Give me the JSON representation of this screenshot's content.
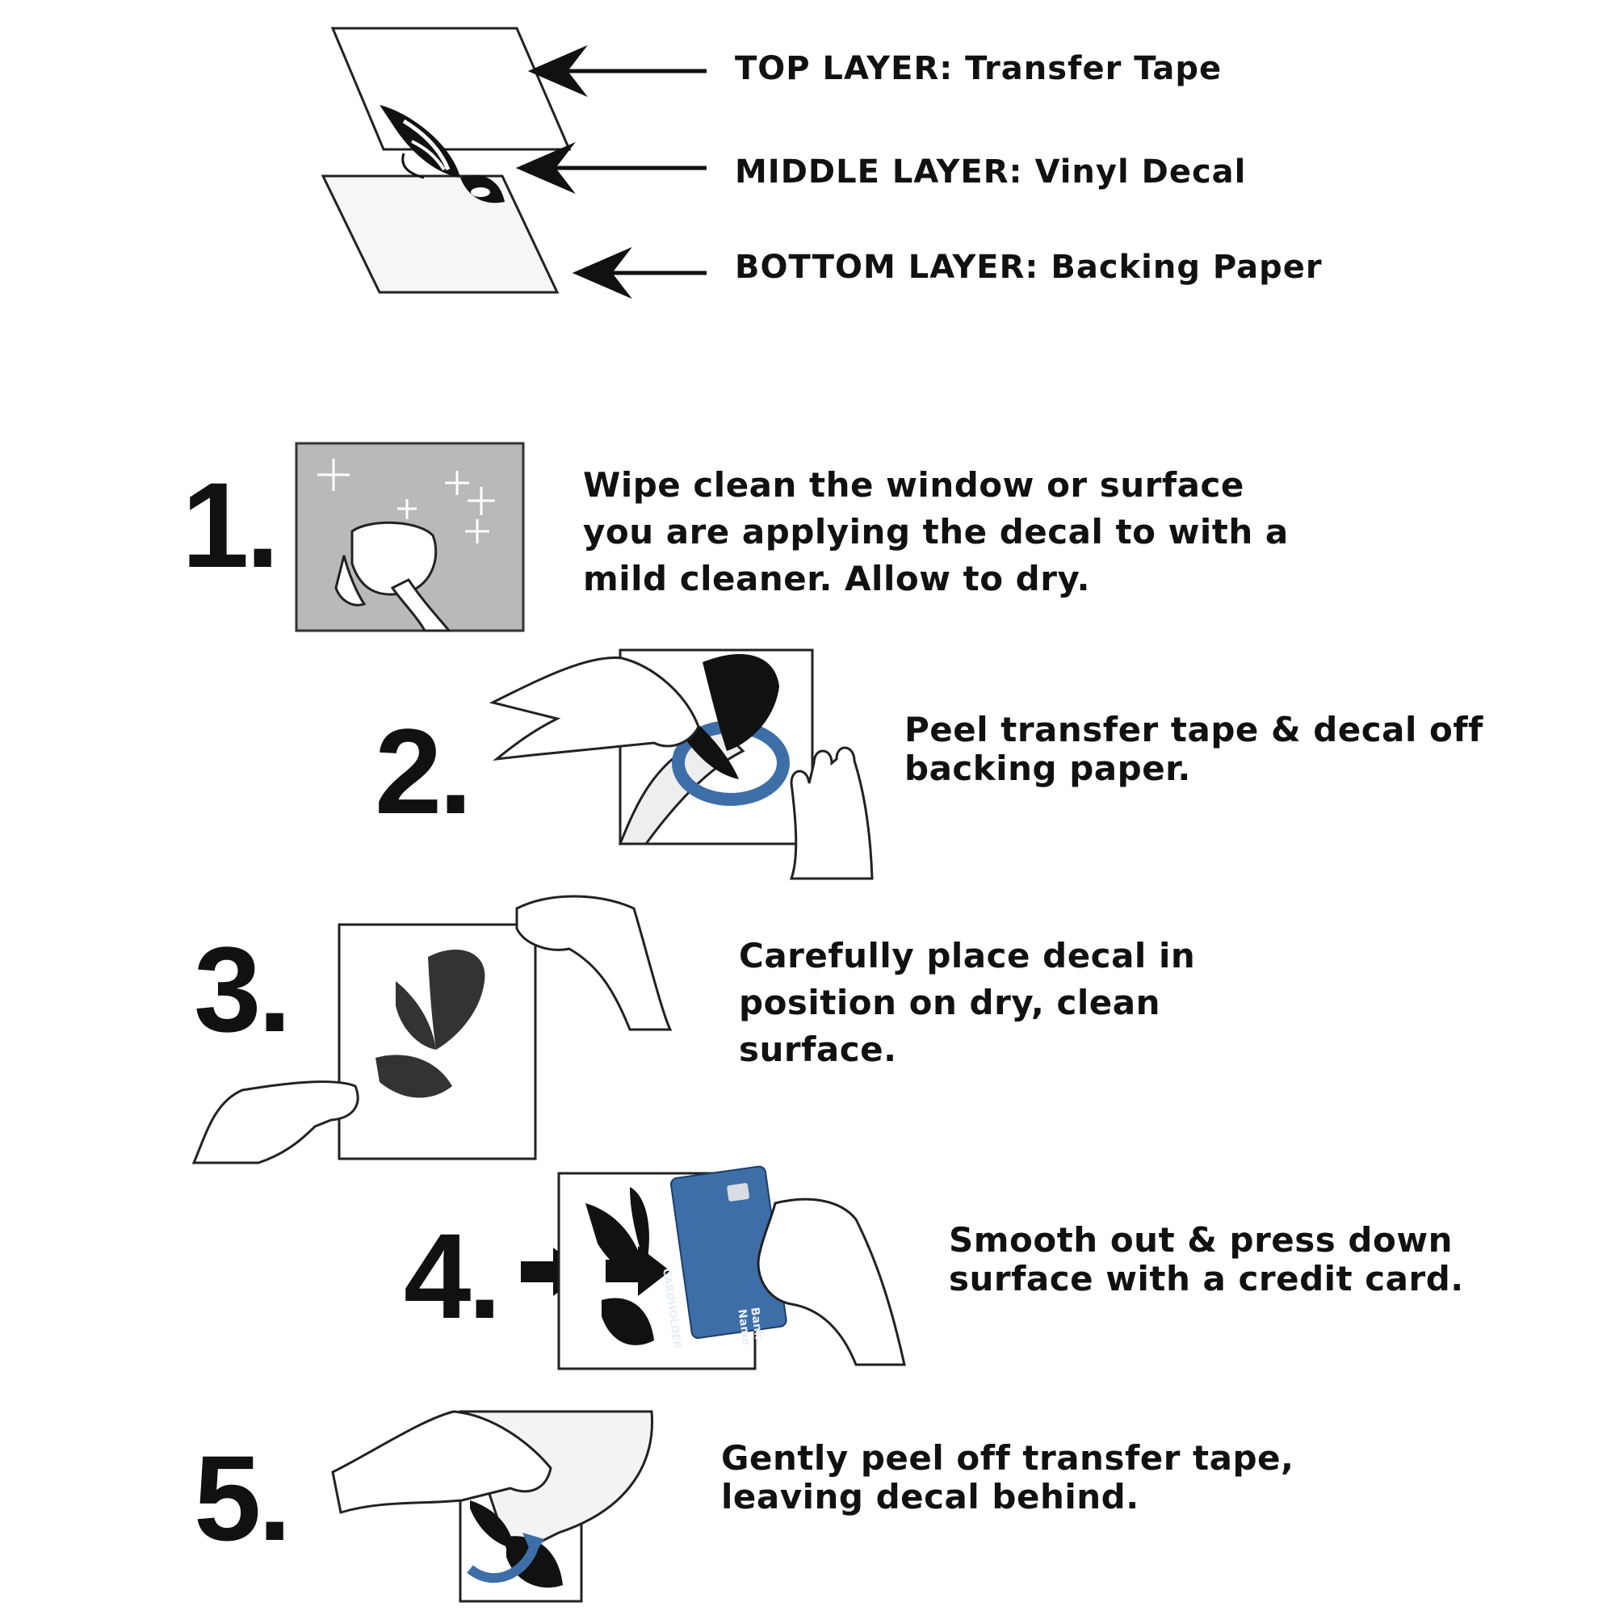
{
  "layers": [
    {
      "label": "TOP LAYER: Transfer Tape"
    },
    {
      "label": "MIDDLE LAYER: Vinyl Decal"
    },
    {
      "label": "BOTTOM LAYER: Backing Paper"
    }
  ],
  "steps": [
    {
      "number": "1.",
      "text": "Wipe clean the window or surface you are applying the decal to with a mild cleaner. Allow to dry."
    },
    {
      "number": "2.",
      "text": "Peel transfer tape & decal off backing paper."
    },
    {
      "number": "3.",
      "text": "Carefully place decal in position on dry, clean surface."
    },
    {
      "number": "4.",
      "text": "Smooth out & press down surface with a credit card."
    },
    {
      "number": "5.",
      "text": "Gently peel off transfer tape, leaving decal behind."
    }
  ],
  "credit_card": {
    "holder": "CARDHOLDER",
    "bank": "Bank Name"
  },
  "colors": {
    "card_blue": "#3d6ea8",
    "panel_grey": "#b9b9b9",
    "ink": "#111111"
  }
}
